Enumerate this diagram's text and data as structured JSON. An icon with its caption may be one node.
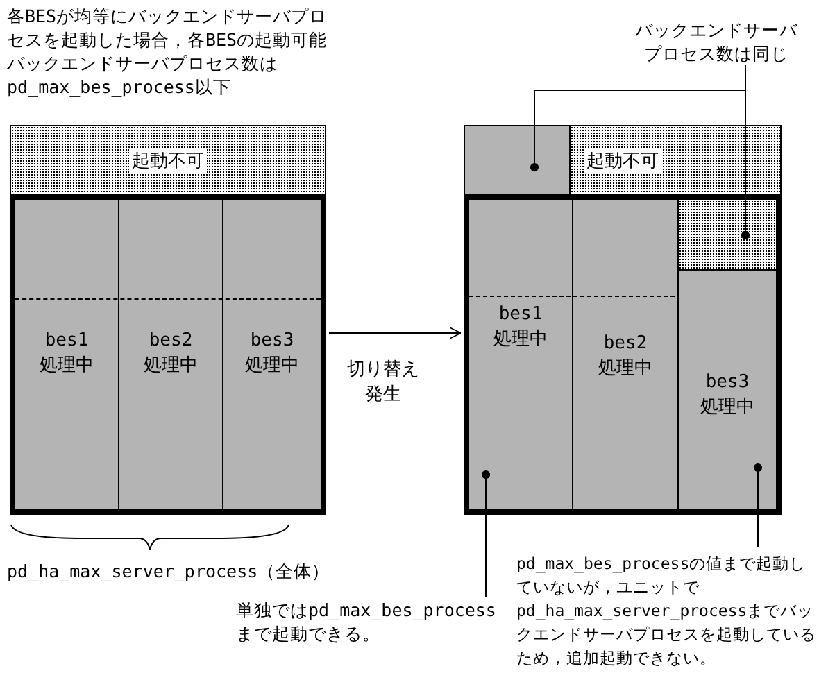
{
  "diagram": {
    "nodes": [
      {
        "text": [
          "起動不可"
        ]
      },
      {
        "text": [],
        "shape": "box"
      },
      {
        "text": [
          "bes1 処理中"
        ],
        "in": 1
      },
      {
        "text": [
          "bes2 処理中"
        ],
        "in": 1
      },
      {
        "text": [
          "bes3 処理中"
        ],
        "in": 1
      },
      {
        "text": [],
        "shape": "box"
      },
      {
        "text": [
          "起動不可"
        ]
      },
      {
        "text": [],
        "shape": "box"
      },
      {
        "text": [
          "bes1 処理中"
        ],
        "in": 7
      },
      {
        "text": [
          "bes2 処理中"
        ],
        "in": 7
      },
      {
        "text": [],
        "shape": "box",
        "in": 7
      },
      {
        "text": [
          "bes3 処理中"
        ],
        "in": 7
      },
      {
        "text": [
          "バックエンドサーバプロセス数は同じ"
        ]
      },
      {
        "text": [
          "単独ではpd_max_bes_processまで起動できる。"
        ]
      },
      {
        "text": [
          "pd_max_bes_processの値まで起動していないが，ユニットでpd_ha_max_server_processまでバックエンドサーバプロセスを起動しているため，追加起動できない。"
        ]
      }
    ],
    "edges": [
      {
        "from": 1,
        "to": 7,
        "arrow": "to",
        "label": "切り替え発生"
      },
      {
        "from": 12,
        "to": 5,
        "arrow": "other"
      },
      {
        "from": 12,
        "to": 10,
        "arrow": "other"
      },
      {
        "from": 13,
        "to": 8,
        "arrow": "other"
      },
      {
        "from": 14,
        "to": 11,
        "arrow": "other"
      }
    ],
    "labels": [
      "各BESが均等にバックエンドサーバプロセスを起動した場合，各BESの起動可能バックエンドサーバプロセス数はpd_max_bes_process以下",
      "pd_ha_max_server_process（全体）"
    ]
  }
}
